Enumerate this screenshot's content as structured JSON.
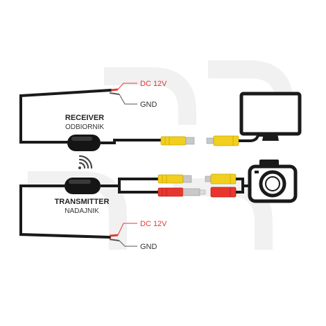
{
  "receiver": {
    "title": "RECEIVER",
    "subtitle": "ODBIORNIK"
  },
  "transmitter": {
    "title": "TRANSMITTER",
    "subtitle": "NADAJNIK"
  },
  "receiver_power": {
    "positive": "DC 12V",
    "ground": "GND"
  },
  "transmitter_power": {
    "positive": "DC 12V",
    "ground": "GND"
  },
  "colors": {
    "cable": "#1a1a1a",
    "power_positive": "#e53935",
    "rca_yellow": "#f2cf1e",
    "rca_red": "#e8362e",
    "connector_metal": "#c8c8c8",
    "watermark": "#f1f1f1"
  },
  "icons": [
    "monitor-icon",
    "camera-icon",
    "wireless-signal-icon"
  ]
}
